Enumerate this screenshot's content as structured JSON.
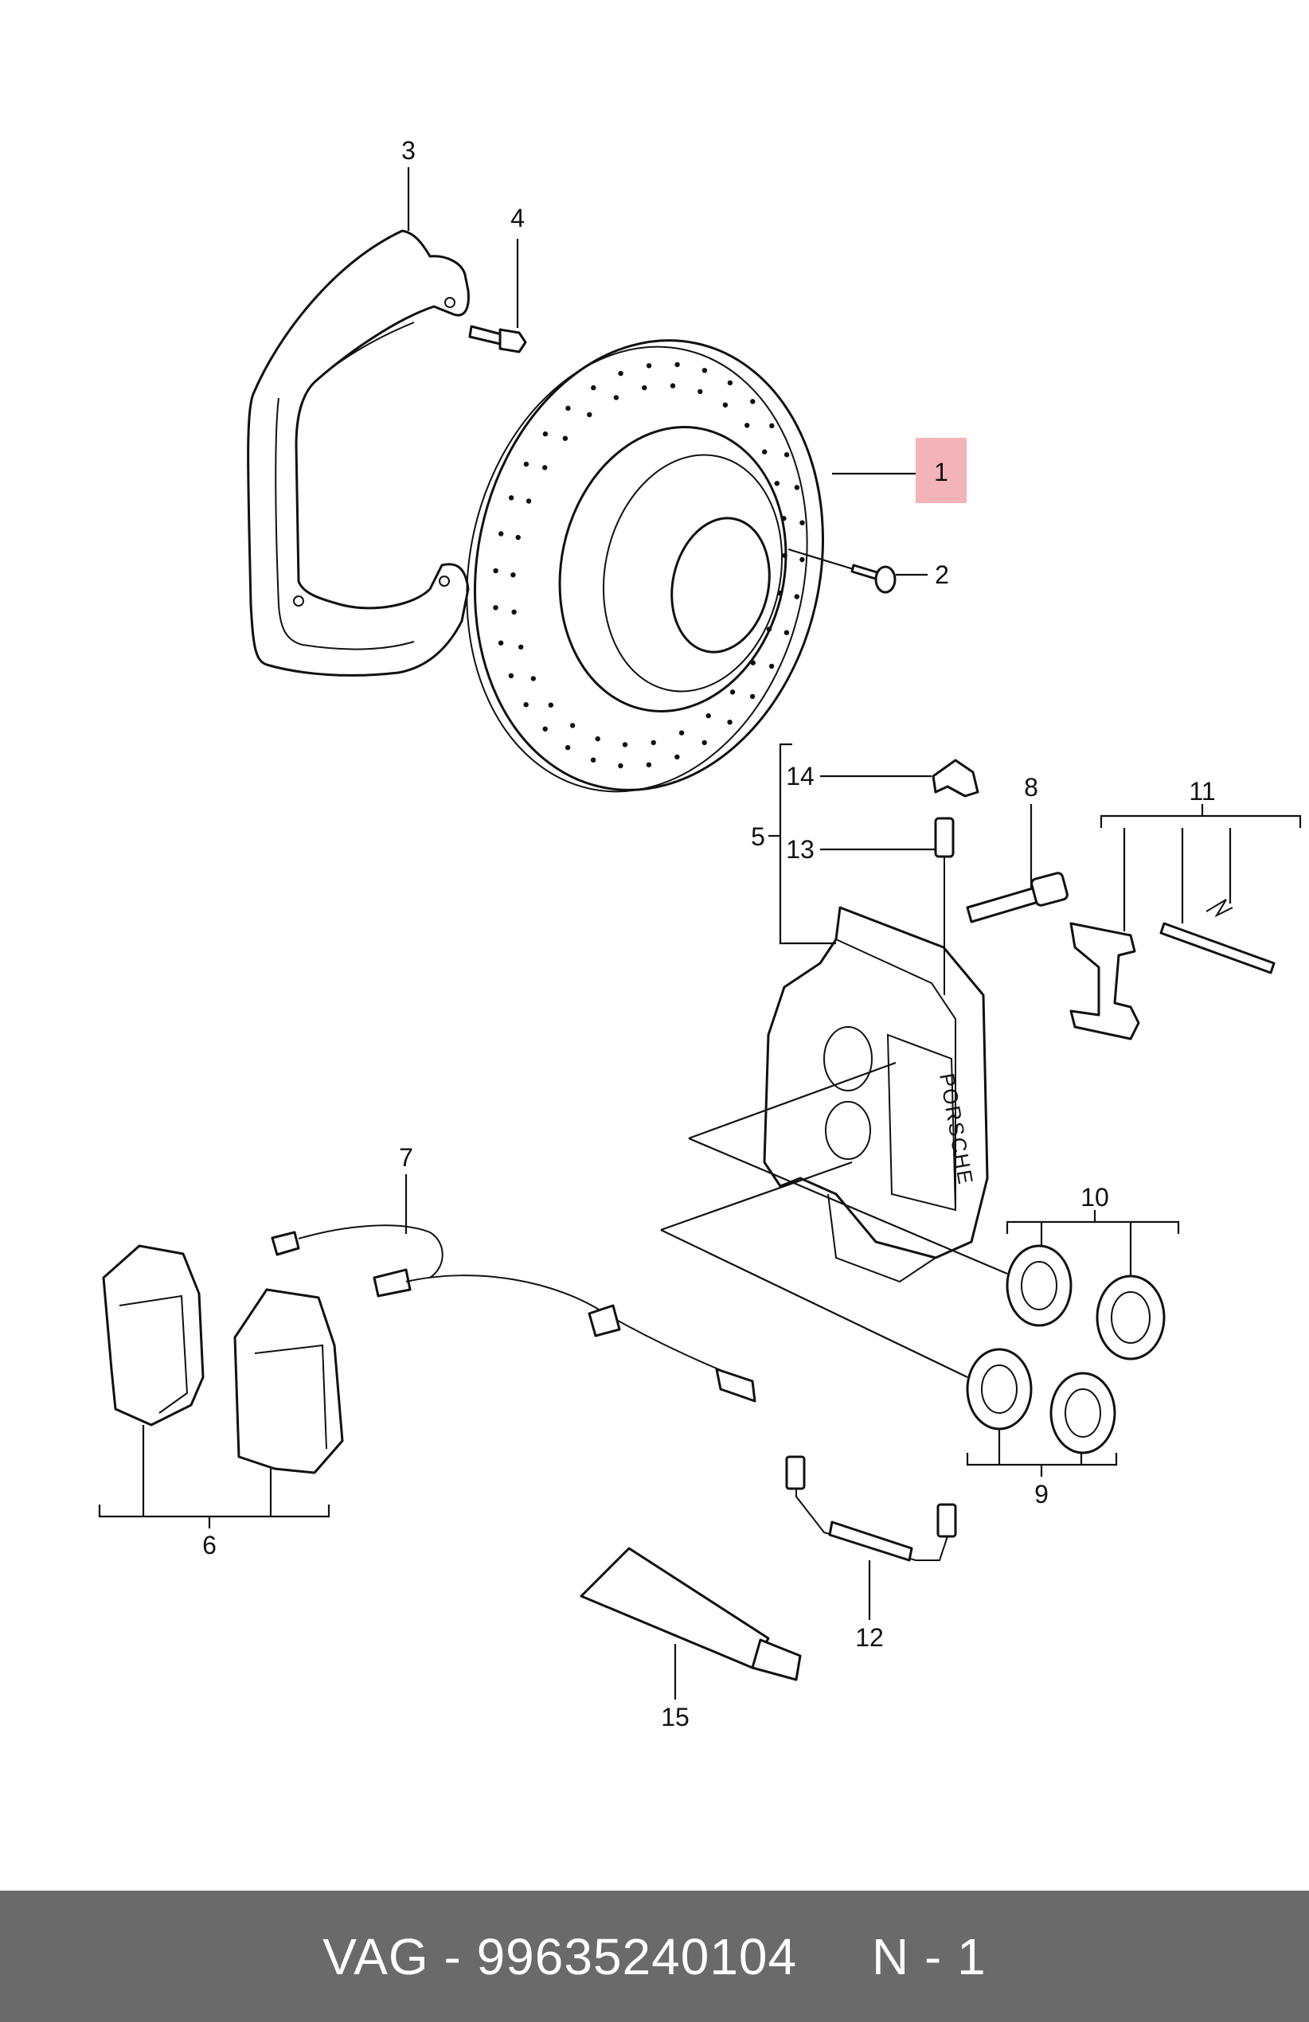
{
  "diagram": {
    "callouts": {
      "c1": "1",
      "c2": "2",
      "c3": "3",
      "c4": "4",
      "c5": "5",
      "c6": "6",
      "c7": "7",
      "c8": "8",
      "c9": "9",
      "c10": "10",
      "c11": "11",
      "c12": "12",
      "c13": "13",
      "c14": "14",
      "c15": "15"
    },
    "caliper_brand": "PORSCHE",
    "highlight_color": "#f4b3b8"
  },
  "footer": {
    "text": "VAG - 99635240104     N - 1",
    "background": "#6a6a6a",
    "text_color": "#ffffff"
  }
}
